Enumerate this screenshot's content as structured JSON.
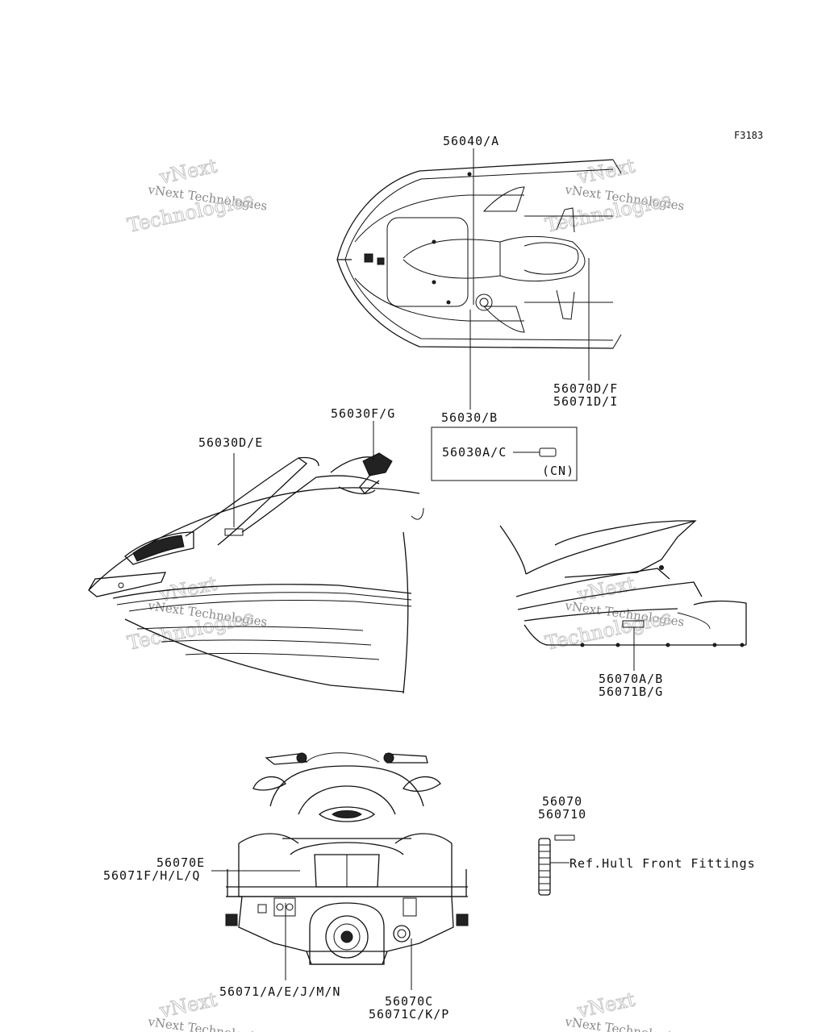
{
  "figure_code": "F3183",
  "watermark": {
    "line1": "vNext",
    "line2": "Technologies",
    "full": "vNext Technologies"
  },
  "labels": {
    "l_56040A": "56040/A",
    "l_56070DF": "56070D/F",
    "l_56071DI": "56071D/I",
    "l_56030B": "56030/B",
    "l_56030FG": "56030F/G",
    "l_56030DE": "56030D/E",
    "l_56030AC": "56030A/C",
    "l_CN": "(CN)",
    "l_56070AB": "56070A/B",
    "l_56071BG": "56071B/G",
    "l_56070": "56070",
    "l_560710": "560710",
    "l_ref": "Ref.Hull Front Fittings",
    "l_56070E": "56070E",
    "l_56071FHLQ": "56071F/H/L/Q",
    "l_56071AEJMN": "56071/A/E/J/M/N",
    "l_56070C": "56070C",
    "l_56071CKP": "56071C/K/P"
  }
}
